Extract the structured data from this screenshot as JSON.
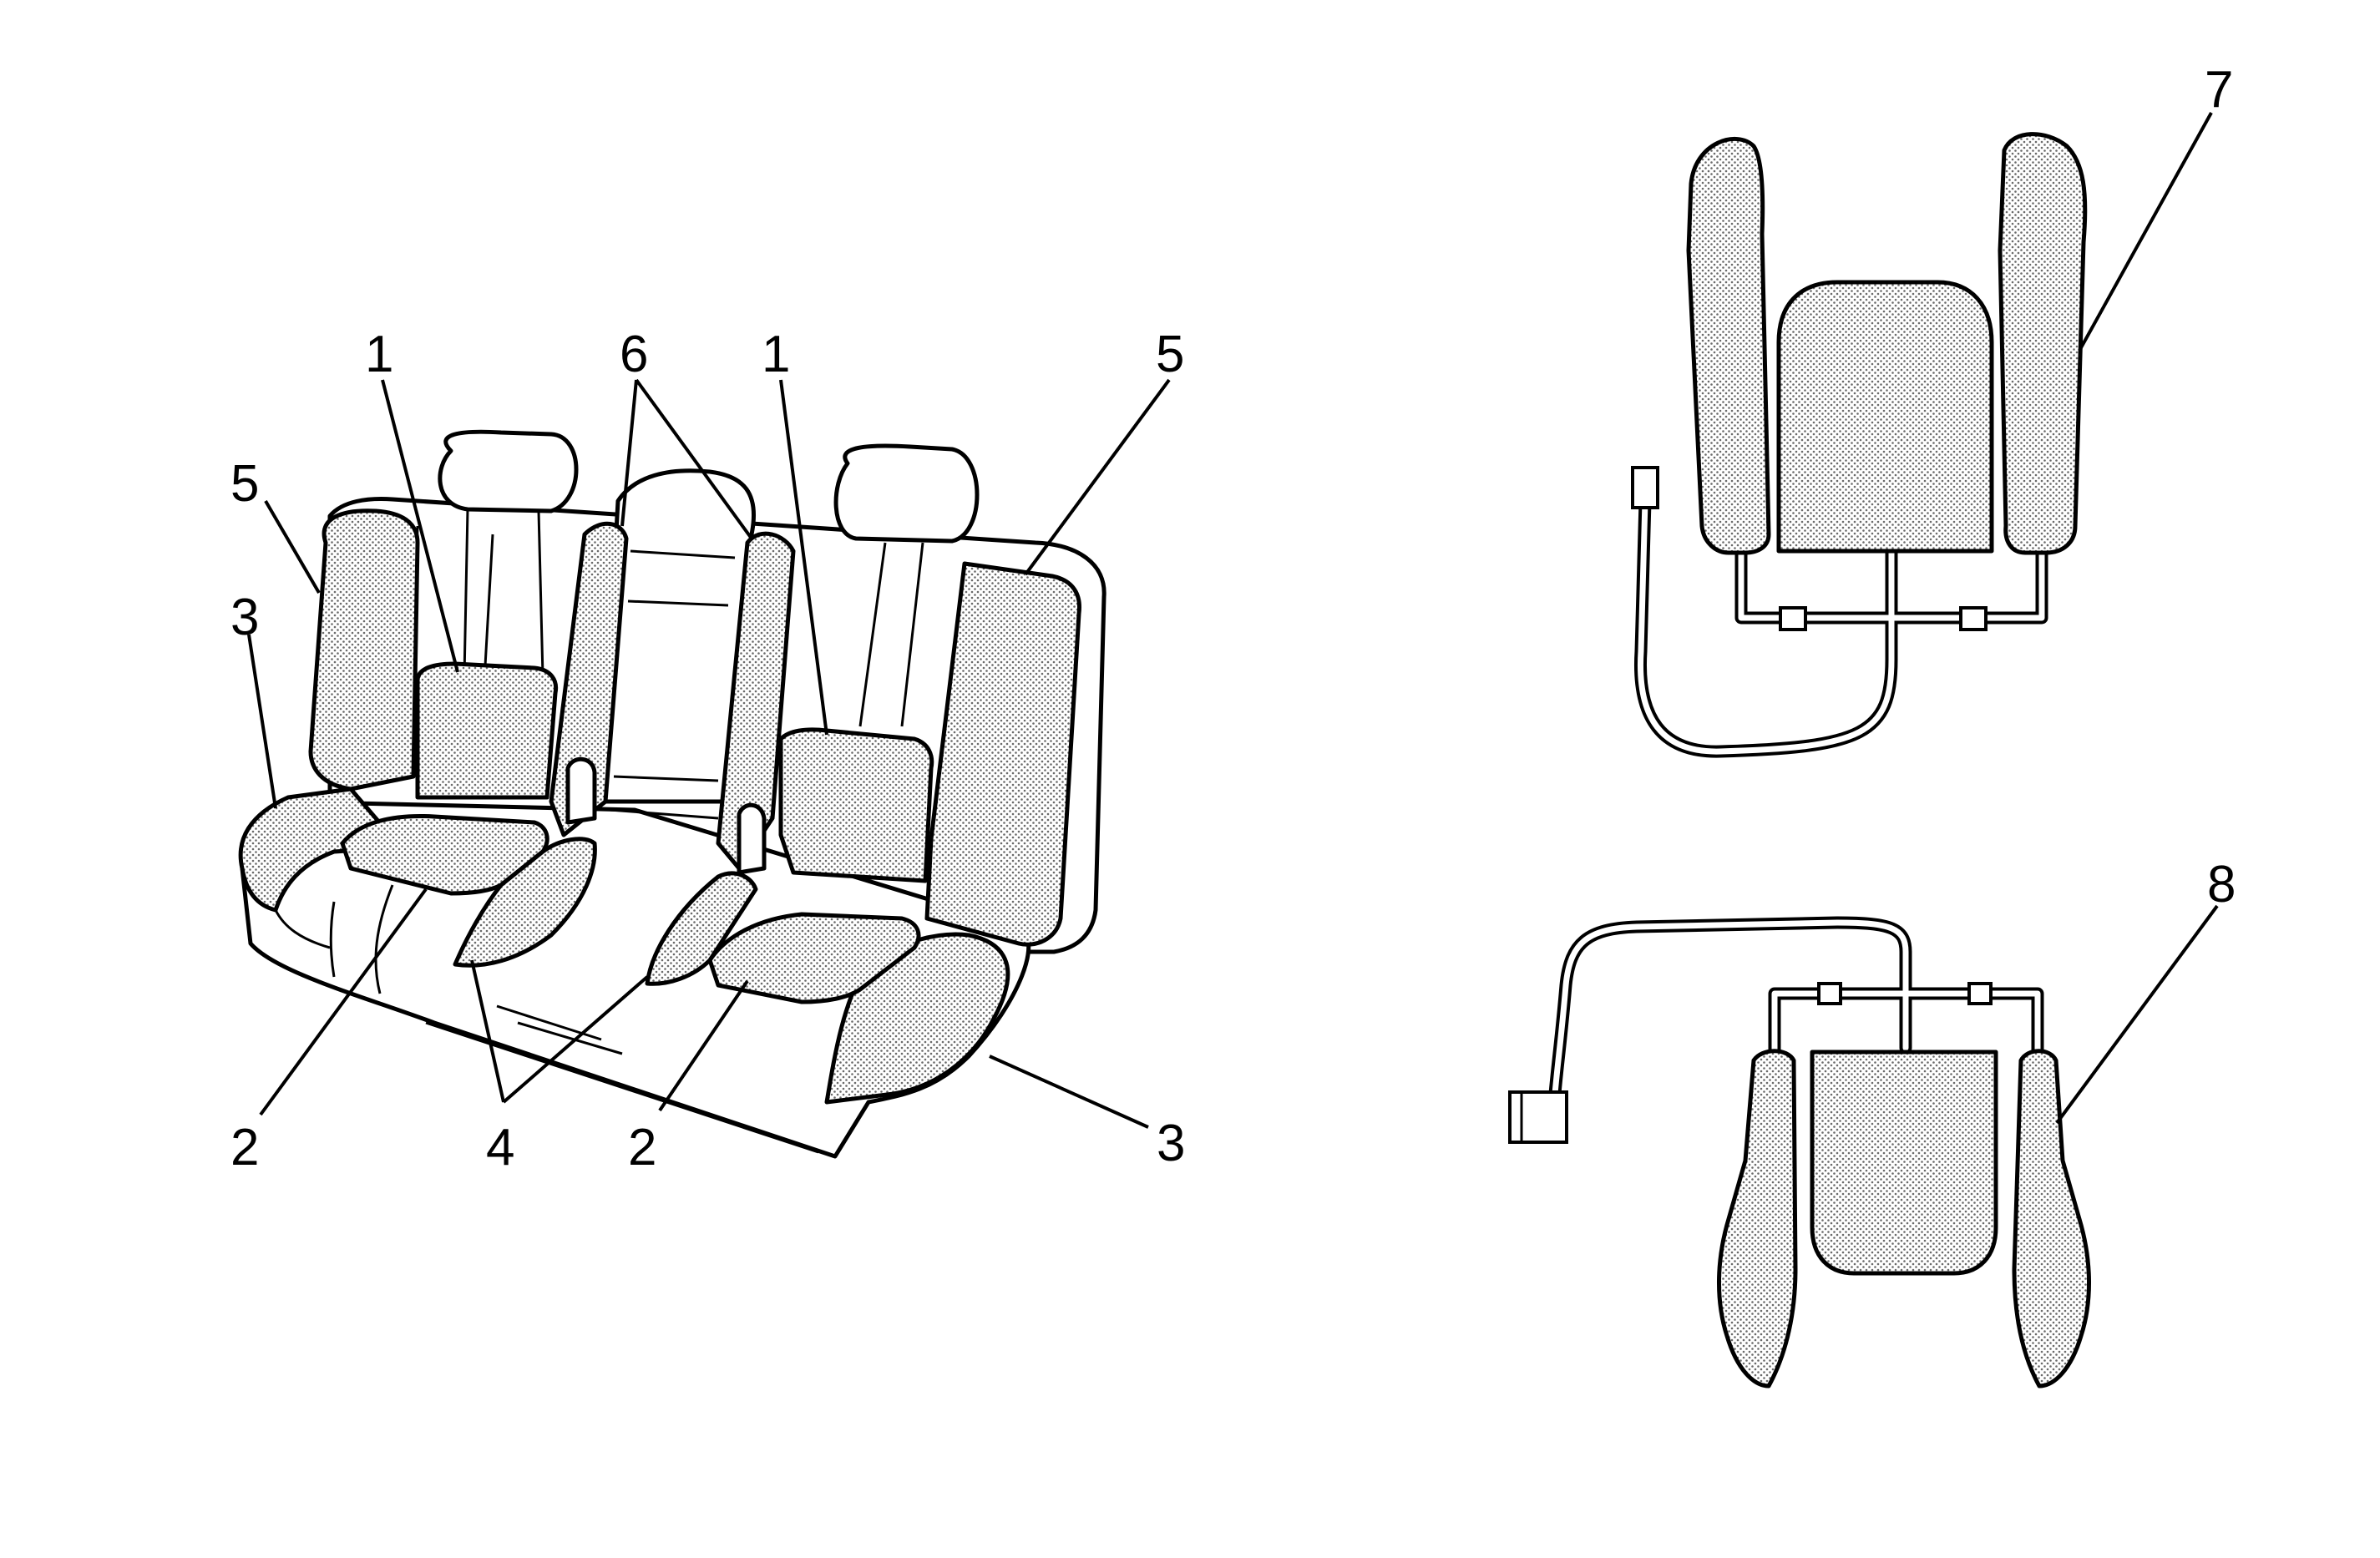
{
  "diagram": {
    "callouts": {
      "c1a": "1",
      "c1b": "1",
      "c2a": "2",
      "c2b": "2",
      "c3a": "3",
      "c3b": "3",
      "c4": "4",
      "c5a": "5",
      "c5b": "5",
      "c6": "6",
      "c7": "7",
      "c8": "8"
    },
    "colors": {
      "line": "#000000",
      "pad_fill": "#d8d8d8",
      "background": "#ffffff"
    }
  }
}
